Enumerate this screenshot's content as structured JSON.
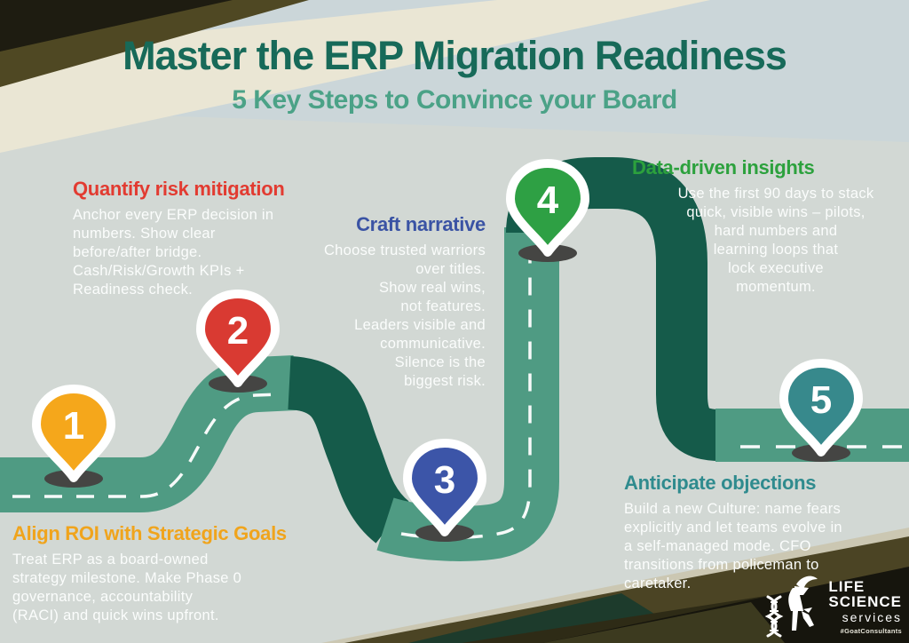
{
  "title": "Master the ERP Migration Readiness",
  "subtitle": "5 Key Steps to Convince your Board",
  "steps": [
    {
      "number": "1",
      "title": "Align ROI with Strategic Goals",
      "body": "Treat ERP as a board-owned\nstrategy milestone. Make Phase 0\ngovernance, accountability\n(RACI) and quick wins upfront.",
      "color": "#F5A71B"
    },
    {
      "number": "2",
      "title": "Quantify risk mitigation",
      "body": "Anchor every ERP decision in\nnumbers. Show clear\nbefore/after bridge.\nCash/Risk/Growth KPIs +\nReadiness check.",
      "color": "#D93A32"
    },
    {
      "number": "3",
      "title": "Craft narrative",
      "body": "Choose trusted warriors\nover titles.\nShow real wins,\nnot features.\nLeaders visible and\ncommunicative.\nSilence is the\nbiggest risk.",
      "color": "#3C55A8"
    },
    {
      "number": "4",
      "title": "Data-driven insights",
      "body": "Use the first 90 days to stack\nquick, visible wins – pilots,\nhard numbers and\nlearning loops that\nlock executive\nmomentum.",
      "color": "#2EA044"
    },
    {
      "number": "5",
      "title": "Anticipate objections",
      "body": "Build a new Culture: name fears\nexplicitly and let teams evolve in\na self-managed mode. CFO\ntransitions from policeman to\ncaretaker.",
      "color": "#37898C"
    }
  ],
  "road": {
    "light_color": "#4F9B83",
    "dark_color": "#155B4A",
    "dash_color": "#FFFFFF",
    "pin_shadow_color": "#454543"
  },
  "palette": {
    "background": "#D2D8D4",
    "band_cream": "#EAE6D4",
    "band_blue": "#CBD6D9",
    "corner_black": "#16150D",
    "corner_olive": "#4B4424",
    "title_color": "#176A59",
    "subtitle_color": "#4BA287"
  },
  "brand": {
    "line1": "LIFE",
    "line2": "SCIENCE",
    "line3": "services",
    "hashtag": "#GoatConsultants"
  }
}
